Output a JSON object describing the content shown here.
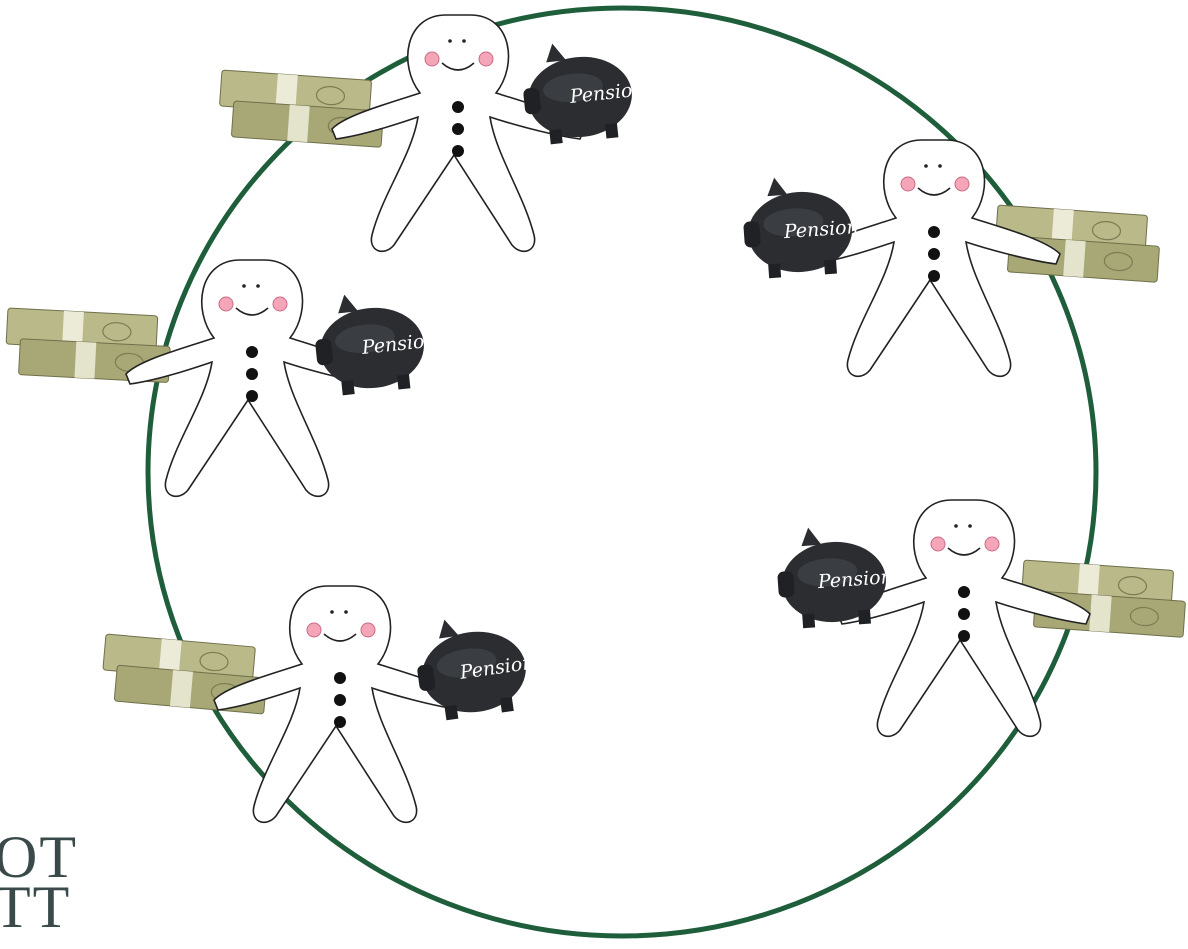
{
  "diagram": {
    "circle_color": "#1e5e3a",
    "people": [
      {
        "id": "person-top",
        "piggy_label": "Pension",
        "money": "money-stack"
      },
      {
        "id": "person-left",
        "piggy_label": "Pension",
        "money": "money-stack"
      },
      {
        "id": "person-bottom-left",
        "piggy_label": "Pension",
        "money": "money-stack"
      },
      {
        "id": "person-right-top",
        "piggy_label": "Pension",
        "money": "money-stack"
      },
      {
        "id": "person-right-bottom",
        "piggy_label": "Pension",
        "money": "money-stack"
      }
    ]
  },
  "logo": {
    "line1": "OT",
    "line2": "TT"
  }
}
